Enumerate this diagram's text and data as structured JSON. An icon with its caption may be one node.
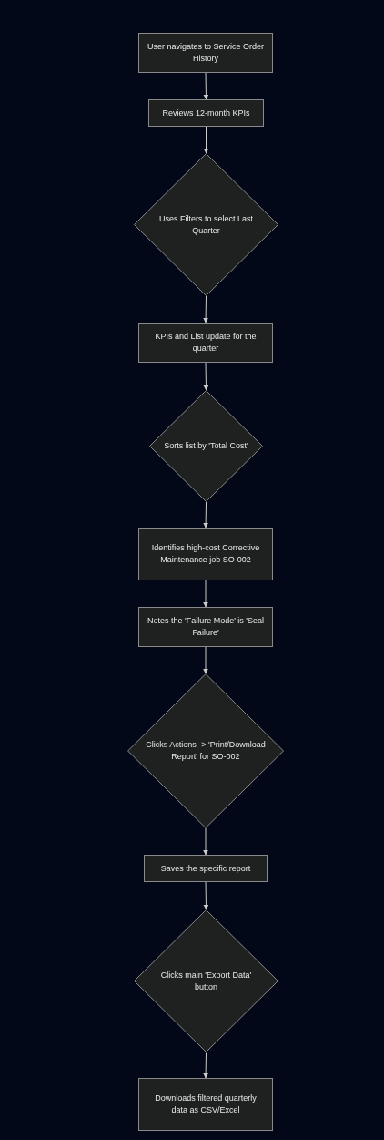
{
  "diagram": {
    "nodes": [
      {
        "text": [
          "User navigates to Service Order History"
        ]
      },
      {
        "text": [
          "Reviews 12-month KPIs"
        ]
      },
      {
        "text": [
          "Uses Filters to select Last Quarter"
        ]
      },
      {
        "text": [
          "KPIs and List update for the quarter"
        ]
      },
      {
        "text": [
          "Sorts list by 'Total Cost'"
        ]
      },
      {
        "text": [
          "Identifies high-cost Corrective Maintenance job SO-002"
        ]
      },
      {
        "text": [
          "Notes the 'Failure Mode' is 'Seal Failure'"
        ]
      },
      {
        "text": [
          "Clicks Actions -> 'Print/Download Report' for SO-002"
        ]
      },
      {
        "text": [
          "Saves the specific report"
        ]
      },
      {
        "text": [
          "Clicks main 'Export Data' button"
        ]
      },
      {
        "text": [
          "Downloads filtered quarterly data as CSV/Excel"
        ]
      }
    ],
    "edges": [
      {
        "from": 0,
        "to": 1,
        "arrow": "to"
      },
      {
        "from": 1,
        "to": 2,
        "arrow": "to"
      },
      {
        "from": 2,
        "to": 3,
        "arrow": "to"
      },
      {
        "from": 3,
        "to": 4,
        "arrow": "to"
      },
      {
        "from": 4,
        "to": 5,
        "arrow": "to"
      },
      {
        "from": 5,
        "to": 6,
        "arrow": "to"
      },
      {
        "from": 6,
        "to": 7,
        "arrow": "to"
      },
      {
        "from": 7,
        "to": 8,
        "arrow": "to"
      },
      {
        "from": 8,
        "to": 9,
        "arrow": "to"
      },
      {
        "from": 9,
        "to": 10,
        "arrow": "to"
      }
    ]
  }
}
